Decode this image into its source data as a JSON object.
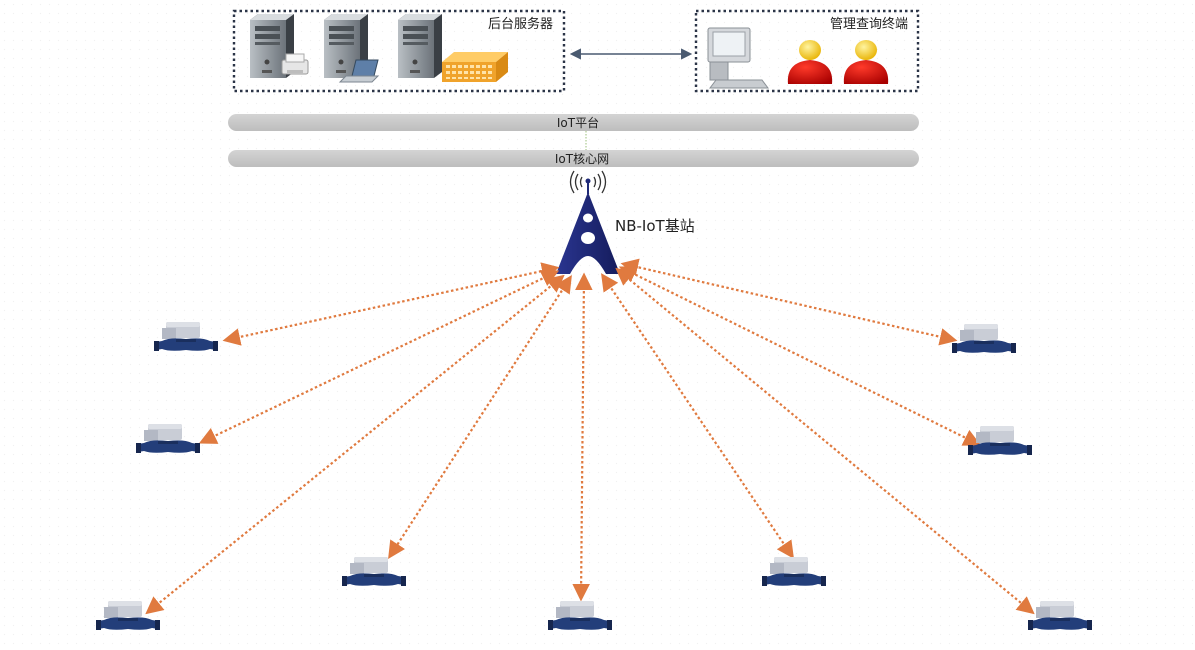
{
  "backend": {
    "label": "后台服务器"
  },
  "terminal": {
    "label": "管理查询终端"
  },
  "platform": {
    "label": "IoT平台"
  },
  "core_network": {
    "label": "IoT核心网"
  },
  "base_station": {
    "label": "NB-IoT基站"
  },
  "colors": {
    "link": "#e07a3f",
    "bar": "#c7c7c7",
    "tower": "#1f2a78",
    "meter": "#233e7a"
  }
}
